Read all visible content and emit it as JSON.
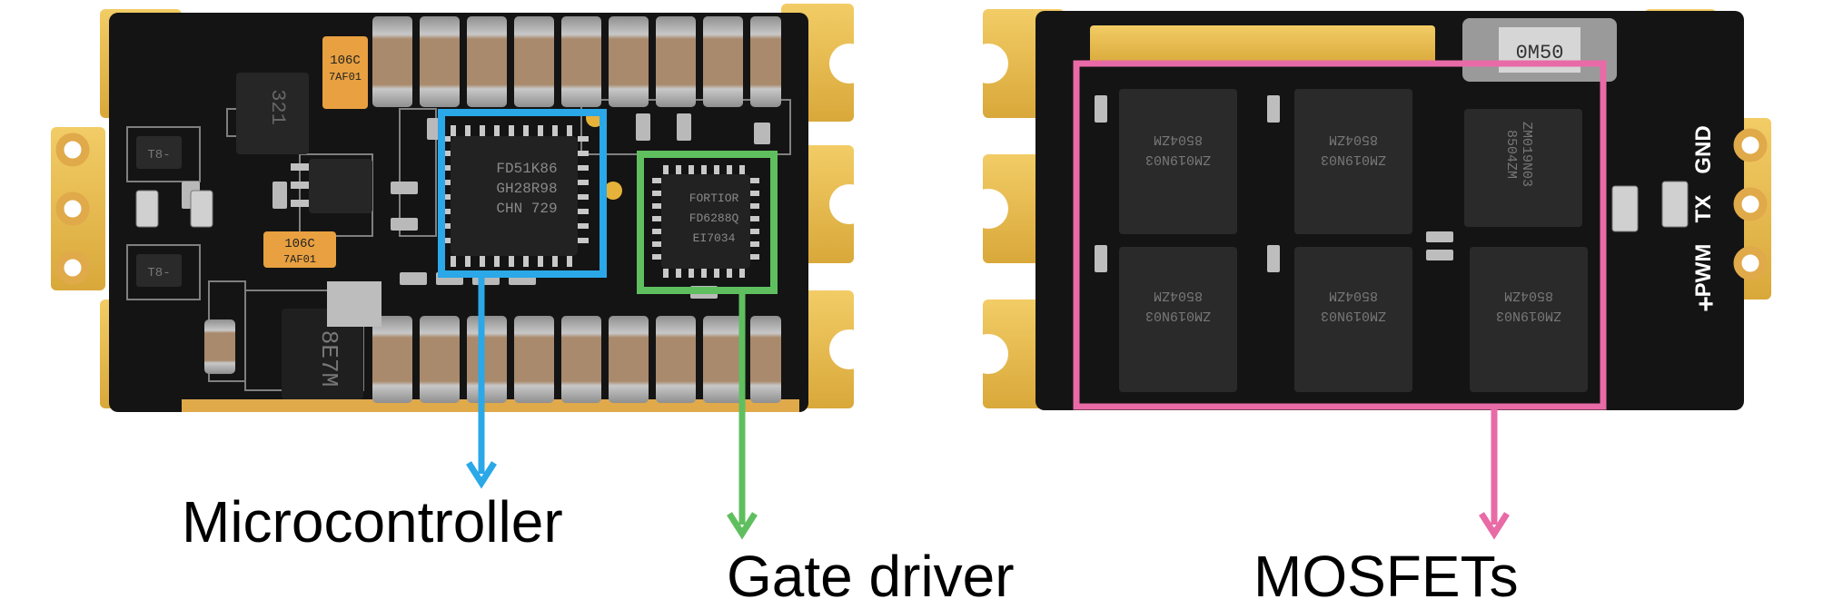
{
  "labels": {
    "microcontroller": "Microcontroller",
    "gate_driver": "Gate driver",
    "mosfets": "MOSFETs"
  },
  "chips": {
    "microcontroller_line1": "FD51K86",
    "microcontroller_line2": "GH28R98",
    "microcontroller_line3": "CHN 729",
    "gate_driver_line1": "FORTIOR",
    "gate_driver_line2": "FD6288Q",
    "gate_driver_line3": "EI7034",
    "mosfet_line1": "ZM019N03",
    "mosfet_line2": "8504ZM",
    "shunt": "0M50",
    "regulator": "8E7M",
    "tantalum_line1": "106C",
    "tantalum_line2": "7AF01",
    "sot_small": "321",
    "diode": "T8-"
  },
  "pcb_markings": {
    "gnd": "GND",
    "tx": "TX",
    "pwm": "PWM",
    "plus": "+"
  },
  "colors": {
    "microcontroller_box": "#2aa8e8",
    "gate_driver_box": "#5fbf5f",
    "mosfet_box": "#e86aa6",
    "pcb": "#141414",
    "gold_pad": "#e8b94a",
    "capacitor": "#a8886a"
  }
}
